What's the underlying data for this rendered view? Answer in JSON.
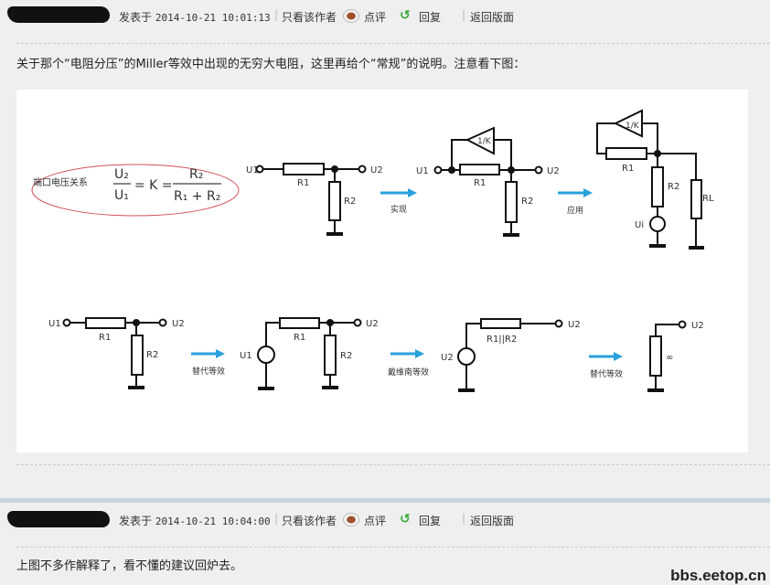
{
  "posts": [
    {
      "posted_label": "发表于",
      "datetime": "2014-10-21 10:01:13",
      "only_author": "只看该作者",
      "comment": "点评",
      "reply": "回复",
      "back": "返回版面",
      "body": "关于那个“电阻分压”的Miller等效中出现的无穷大电阻，这里再给个“常规”的说明。注意看下图："
    },
    {
      "posted_label": "发表于",
      "datetime": "2014-10-21 10:04:00",
      "only_author": "只看该作者",
      "comment": "点评",
      "reply": "回复",
      "back": "返回版面",
      "body": "上图不多作解释了，看不懂的建议回炉去。"
    }
  ],
  "diagram": {
    "relation_label": "端口电压关系",
    "formula": {
      "lhs_num": "U₂",
      "lhs_den": "U₁",
      "mid": "= K =",
      "rhs_num": "R₂",
      "rhs_den": "R₁ + R₂"
    },
    "labels": {
      "U1": "U1",
      "U2": "U2",
      "R1": "R1",
      "R2": "R2",
      "RL": "RL",
      "Ui": "Ui",
      "gain": "1/K",
      "R1R2": "R1||R2",
      "inf": "∞"
    },
    "arrows": [
      "实现",
      "应用",
      "替代等效",
      "戴维南等效",
      "替代等效"
    ]
  },
  "watermark": "bbs.eetop.cn",
  "colors": {
    "arrow": "#29a0dc",
    "ellipse": "#d0505a",
    "band": "#c8d5df"
  }
}
